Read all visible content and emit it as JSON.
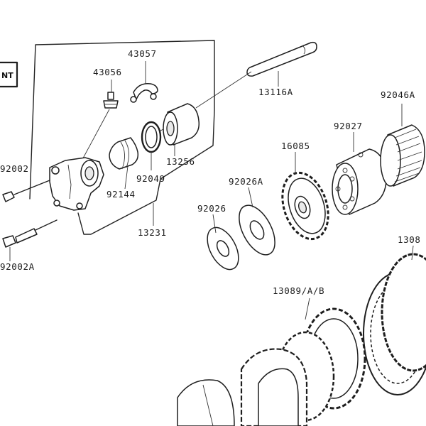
{
  "corner_badge": "NT",
  "parts": {
    "p43057": "43057",
    "p43056": "43056",
    "p13116A": "13116A",
    "p92046A": "92046A",
    "p92027": "92027",
    "p16085": "16085",
    "p13256": "13256",
    "p92049": "92049",
    "p92144": "92144",
    "p92002": "92002",
    "p92026A": "92026A",
    "p92026": "92026",
    "p13231": "13231",
    "p92002A": "92002A",
    "p13089AB": "13089/A/B",
    "p1308": "1308"
  }
}
